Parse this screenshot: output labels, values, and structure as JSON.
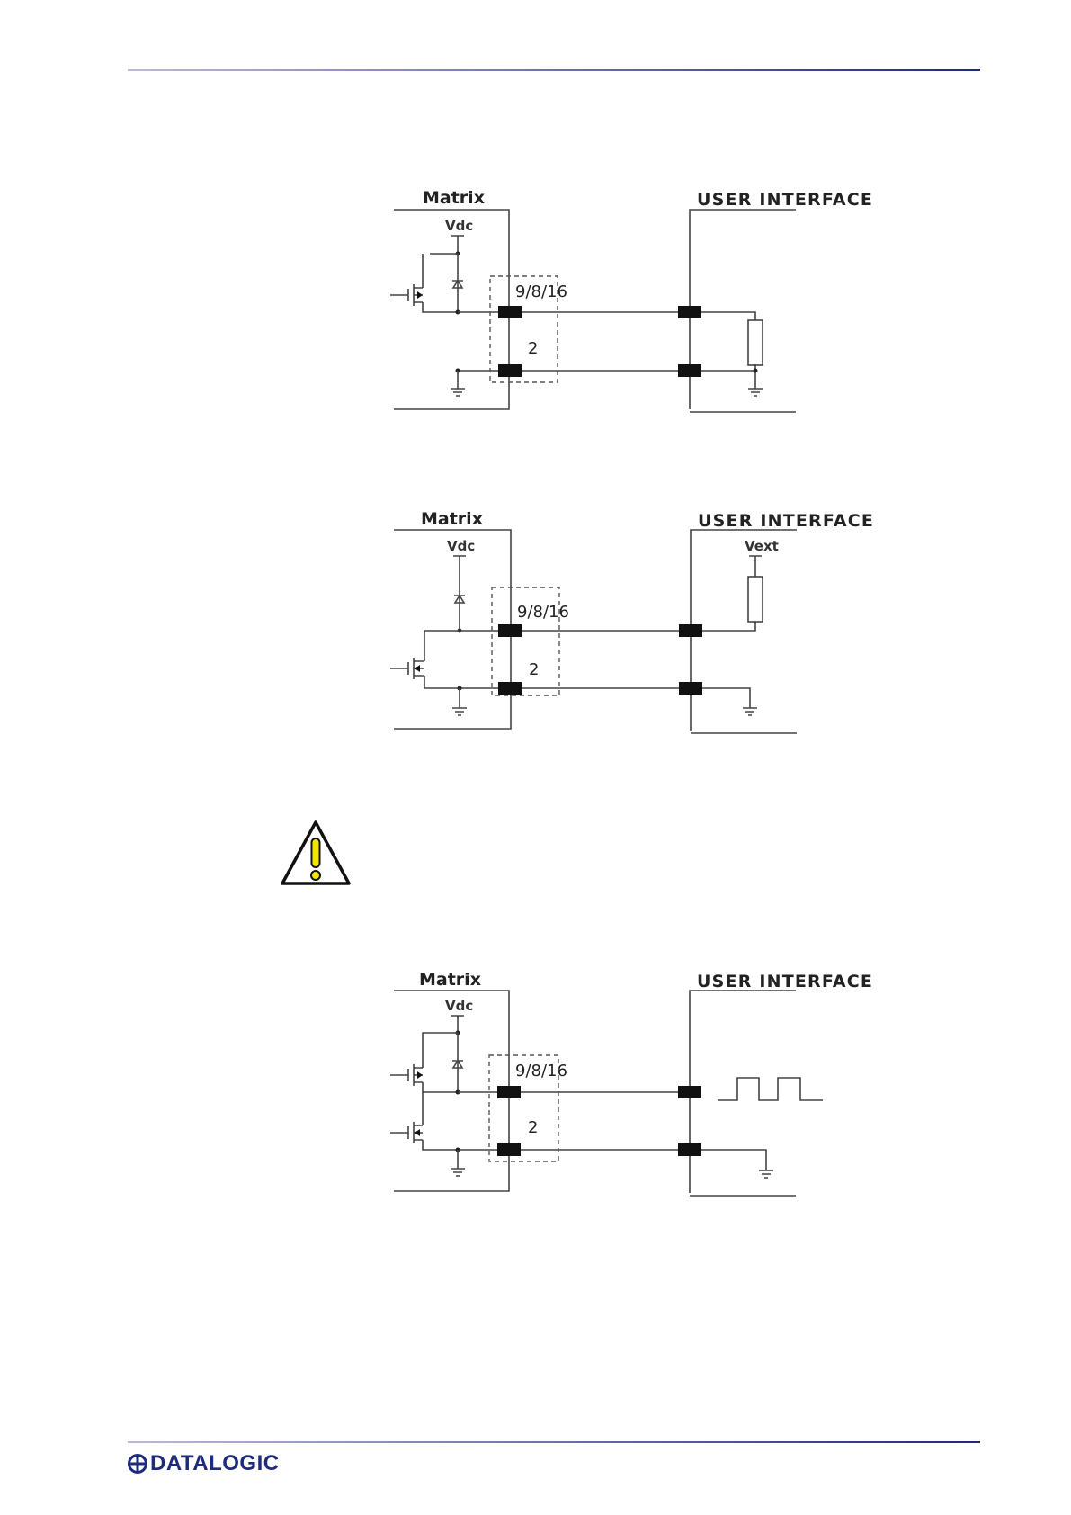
{
  "colors": {
    "rule": "#1e2a7a",
    "brand": "#1e2a7a",
    "warning_fill": "#f2e600"
  },
  "diagrams": [
    {
      "left_label": "Matrix",
      "right_label": "USER INTERFACE",
      "supply_label": "Vdc",
      "pin_top": "9/8/16",
      "pin_bottom": "2"
    },
    {
      "left_label": "Matrix",
      "right_label": "USER INTERFACE",
      "supply_label": "Vdc",
      "ext_label": "Vext",
      "pin_top": "9/8/16",
      "pin_bottom": "2"
    },
    {
      "left_label": "Matrix",
      "right_label": "USER INTERFACE",
      "supply_label": "Vdc",
      "pin_top": "9/8/16",
      "pin_bottom": "2"
    }
  ],
  "icons": {
    "warning": "warning-triangle-icon",
    "logo_mark": "datalogic-logo-mark"
  },
  "footer": {
    "logo_text": "DATALOGIC"
  }
}
